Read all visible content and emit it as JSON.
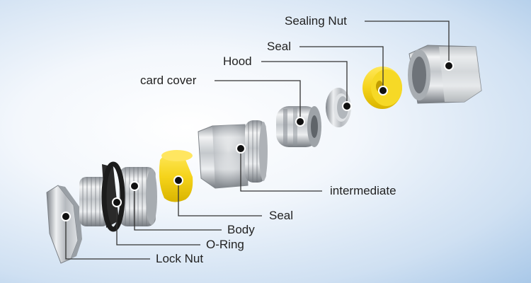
{
  "labels": {
    "sealing_nut": "Sealing Nut",
    "seal_top": "Seal",
    "hood": "Hood",
    "card_cover": "card cover",
    "intermediate": "intermediate",
    "seal_bottom": "Seal",
    "body": "Body",
    "o_ring": "O-Ring",
    "lock_nut": "Lock Nut"
  },
  "colors": {
    "metal_light": "#e8eaec",
    "metal_mid": "#b9bdc2",
    "metal_dark": "#7d8288",
    "seal_yellow": "#f3d51e",
    "o_ring_black": "#1c1c1c",
    "leader_line": "#333333",
    "dot": "#111111"
  }
}
